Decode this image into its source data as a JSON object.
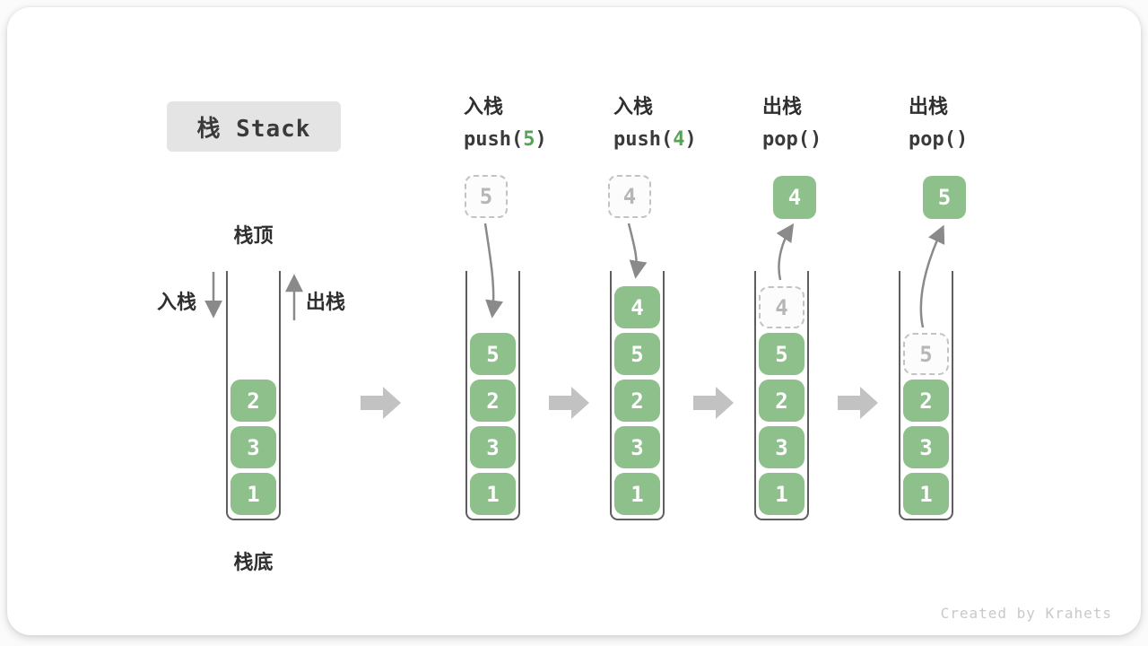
{
  "title": "栈 Stack",
  "watermark": "Created by Krahets",
  "colors": {
    "green": "#8ec08b",
    "block_arrow": "#c2c2c2",
    "flow_arrow": "#8a8a8a",
    "title_bg": "#e4e4e4"
  },
  "annotations": {
    "stack_top": "栈顶",
    "stack_bottom": "栈底",
    "push": "入栈",
    "pop": "出栈"
  },
  "operations": [
    {
      "label": "入栈",
      "code": "push(",
      "arg": "5",
      "close": ")"
    },
    {
      "label": "入栈",
      "code": "push(",
      "arg": "4",
      "close": ")"
    },
    {
      "label": "出栈",
      "code": "pop(",
      "arg": "",
      "close": ")"
    },
    {
      "label": "出栈",
      "code": "pop(",
      "arg": "",
      "close": ")"
    }
  ],
  "floating_boxes": [
    {
      "value": "5",
      "state": "ghost",
      "meaning": "element-being-pushed"
    },
    {
      "value": "4",
      "state": "ghost",
      "meaning": "element-being-pushed"
    },
    {
      "value": "4",
      "state": "solid",
      "meaning": "element-popped"
    },
    {
      "value": "5",
      "state": "solid",
      "meaning": "element-popped"
    }
  ],
  "stacks": [
    {
      "name": "initial",
      "cells": [
        {
          "value": "2"
        },
        {
          "value": "3"
        },
        {
          "value": "1"
        }
      ]
    },
    {
      "name": "after-push-5",
      "cells": [
        {
          "value": "5"
        },
        {
          "value": "2"
        },
        {
          "value": "3"
        },
        {
          "value": "1"
        }
      ]
    },
    {
      "name": "after-push-4",
      "cells": [
        {
          "value": "4"
        },
        {
          "value": "5"
        },
        {
          "value": "2"
        },
        {
          "value": "3"
        },
        {
          "value": "1"
        }
      ]
    },
    {
      "name": "after-pop-4",
      "cells": [
        {
          "value": "4",
          "state": "ghost"
        },
        {
          "value": "5"
        },
        {
          "value": "2"
        },
        {
          "value": "3"
        },
        {
          "value": "1"
        }
      ]
    },
    {
      "name": "after-pop-5",
      "cells": [
        {
          "value": "5",
          "state": "ghost"
        },
        {
          "value": "2"
        },
        {
          "value": "3"
        },
        {
          "value": "1"
        }
      ]
    }
  ]
}
